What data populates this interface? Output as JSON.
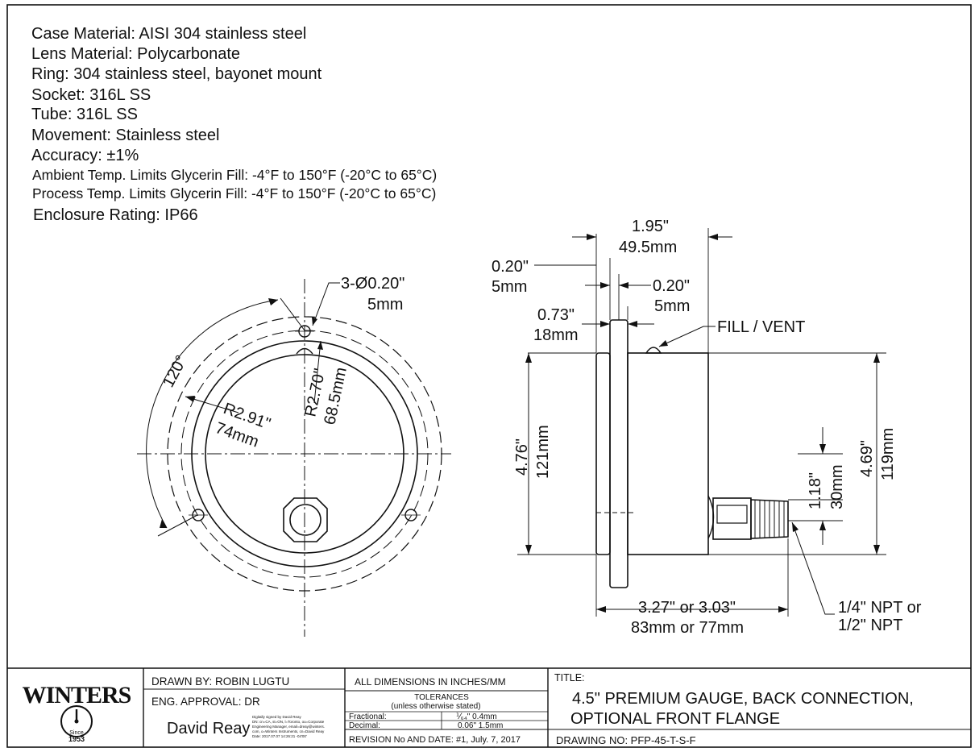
{
  "specs": [
    "Case Material: AISI 304 stainless steel",
    "Lens Material: Polycarbonate",
    "Ring: 304 stainless steel, bayonet mount",
    "Socket:  316L  SS",
    "Tube:  316L  SS",
    "Movement: Stainless steel",
    "Accuracy: ±1%",
    "Ambient Temp. Limits Glycerin Fill: -4°F to 150°F (-20°C to 65°C)",
    "Process Temp. Limits Glycerin Fill: -4°F to 150°F (-20°C to 65°C)",
    "Enclosure Rating: IP66"
  ],
  "front_view": {
    "holes_in": "3-Ø0.20\"",
    "holes_mm": "5mm",
    "angle": "120°",
    "r_outer_in": "R2.91\"",
    "r_outer_mm": "74mm",
    "r_inner_in": "R2.70\"",
    "r_inner_mm": "68.5mm"
  },
  "side_view": {
    "depth_in": "1.95\"",
    "depth_mm": "49.5mm",
    "flange_left_in": "0.20\"",
    "flange_left_mm": "5mm",
    "flange_right_in": "0.20\"",
    "flange_right_mm": "5mm",
    "lens_in": "0.73\"",
    "lens_mm": "18mm",
    "fill_vent": "FILL / VENT",
    "height_outer_in": "4.76\"",
    "height_outer_mm": "121mm",
    "height_case_in": "4.69\"",
    "height_case_mm": "119mm",
    "socket_offset_in": "1.18\"",
    "socket_offset_mm": "30mm",
    "overall_in": "3.27\" or 3.03\"",
    "overall_mm": "83mm or 77mm",
    "npt_line1": "1/4\" NPT or",
    "npt_line2": "1/2\" NPT"
  },
  "title_block": {
    "logo_text": "WINTERS",
    "logo_since": "Since",
    "logo_year": "1953",
    "drawn_by": "DRAWN BY: ROBIN LUGTU",
    "eng_approval": "ENG. APPROVAL: DR",
    "signature": "David Reay",
    "sig_note_1": "Digitally signed by David Reay",
    "sig_note_2": "DN: cn=CA, st=ON, l=Toronto, ou=Corporate",
    "sig_note_3": "Engineering Manager, email=dreay@winters.",
    "sig_note_4": "com, o=Winters Instruments, cn=David Reay",
    "sig_note_5": "Date: 2017.07.07 14:26:21 -04'00'",
    "all_dims": "ALL DIMENSIONS IN INCHES/MM",
    "tolerances": "TOLERANCES",
    "tolerances_note": "(unless otherwise stated)",
    "fractional_label": "Fractional:",
    "fractional_value": "⅟₆₄\" 0.4mm",
    "decimal_label": "Decimal:",
    "decimal_value": "0.06\" 1.5mm",
    "revision": "REVISION No AND DATE: #1, July. 7, 2017",
    "title_label": "TITLE:",
    "title_line1": "4.5\" PREMIUM GAUGE, BACK CONNECTION,",
    "title_line2": "OPTIONAL FRONT FLANGE",
    "drawing_no": "DRAWING NO: PFP-45-T-S-F"
  }
}
